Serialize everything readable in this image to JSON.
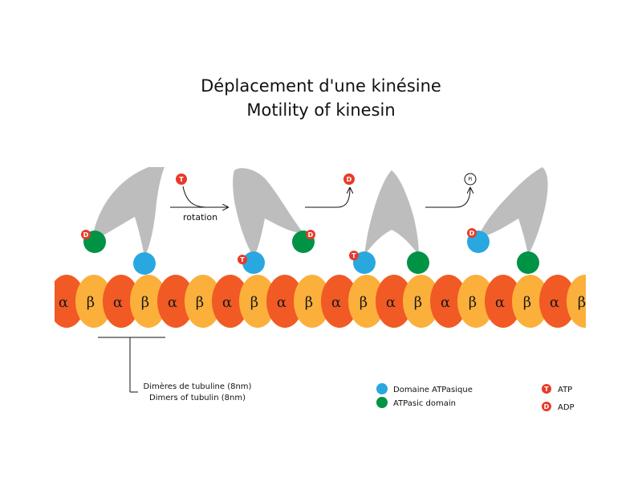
{
  "title": {
    "line1": "Déplacement d'une kinésine",
    "line2": "Motility of kinesin"
  },
  "steps": {
    "step1_label": "rotation",
    "step1_molecule": "T",
    "step2_molecule": "D",
    "step3_molecule": "Pi"
  },
  "heads": {
    "atp_letter": "T",
    "adp_letter": "D"
  },
  "tubulin": {
    "alpha": "α",
    "beta": "β",
    "sequence": [
      "α",
      "β",
      "α",
      "β",
      "α",
      "β",
      "α",
      "β",
      "α",
      "β",
      "α",
      "β",
      "α",
      "β",
      "α",
      "β",
      "α",
      "β",
      "α",
      "β"
    ]
  },
  "scale": {
    "line1": "Dimères de tubuline (8nm)",
    "line2": "Dimers of tubulin (8nm)"
  },
  "legend": {
    "domain_fr": "Domaine ATPasique",
    "domain_en": "ATPasic domain",
    "atp_letter": "T",
    "atp_label": "ATP",
    "adp_letter": "D",
    "adp_label": "ADP"
  },
  "colors": {
    "alpha": "#f15a24",
    "beta": "#fbb03b",
    "blue_head": "#29a8e0",
    "green_head": "#009245",
    "badge": "#e83a2a",
    "body": "#bdbdbd"
  }
}
